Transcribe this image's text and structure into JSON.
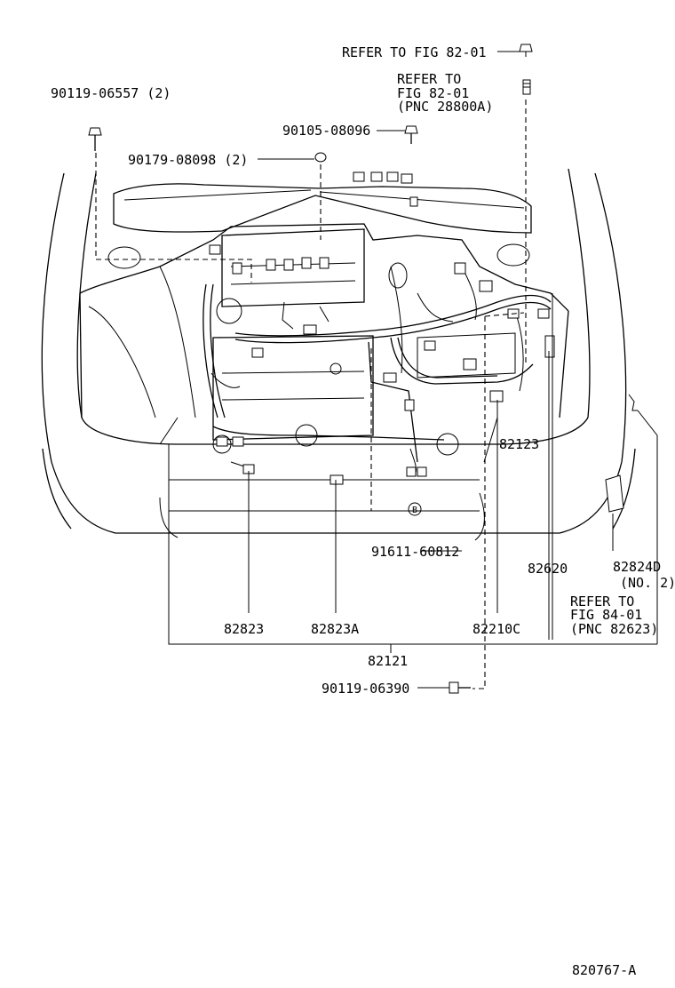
{
  "labels": {
    "refer_fig_82_01": "REFER TO FIG 82-01",
    "refer_to_a": "REFER TO",
    "fig_82_01": "FIG 82-01",
    "pnc_28800a": "(PNC 28800A)",
    "p_90119_06557": "90119-06557 (2)",
    "p_90105_08096": "90105-08096",
    "p_90179_08098": "90179-08098 (2)",
    "p_82123": "82123",
    "p_91611_60812": "91611-60812",
    "p_82620": "82620",
    "p_82824d": "82824D",
    "no_2": "(NO. 2)",
    "refer_to_b": "REFER TO",
    "fig_84_01": "FIG 84-01",
    "pnc_82623": "(PNC 82623)",
    "p_82823": "82823",
    "p_82823a": "82823A",
    "p_82210c": "82210C",
    "p_82121": "82121",
    "p_90119_06390": "90119-06390",
    "callout_b": "B",
    "figure_code": "820767-A"
  }
}
